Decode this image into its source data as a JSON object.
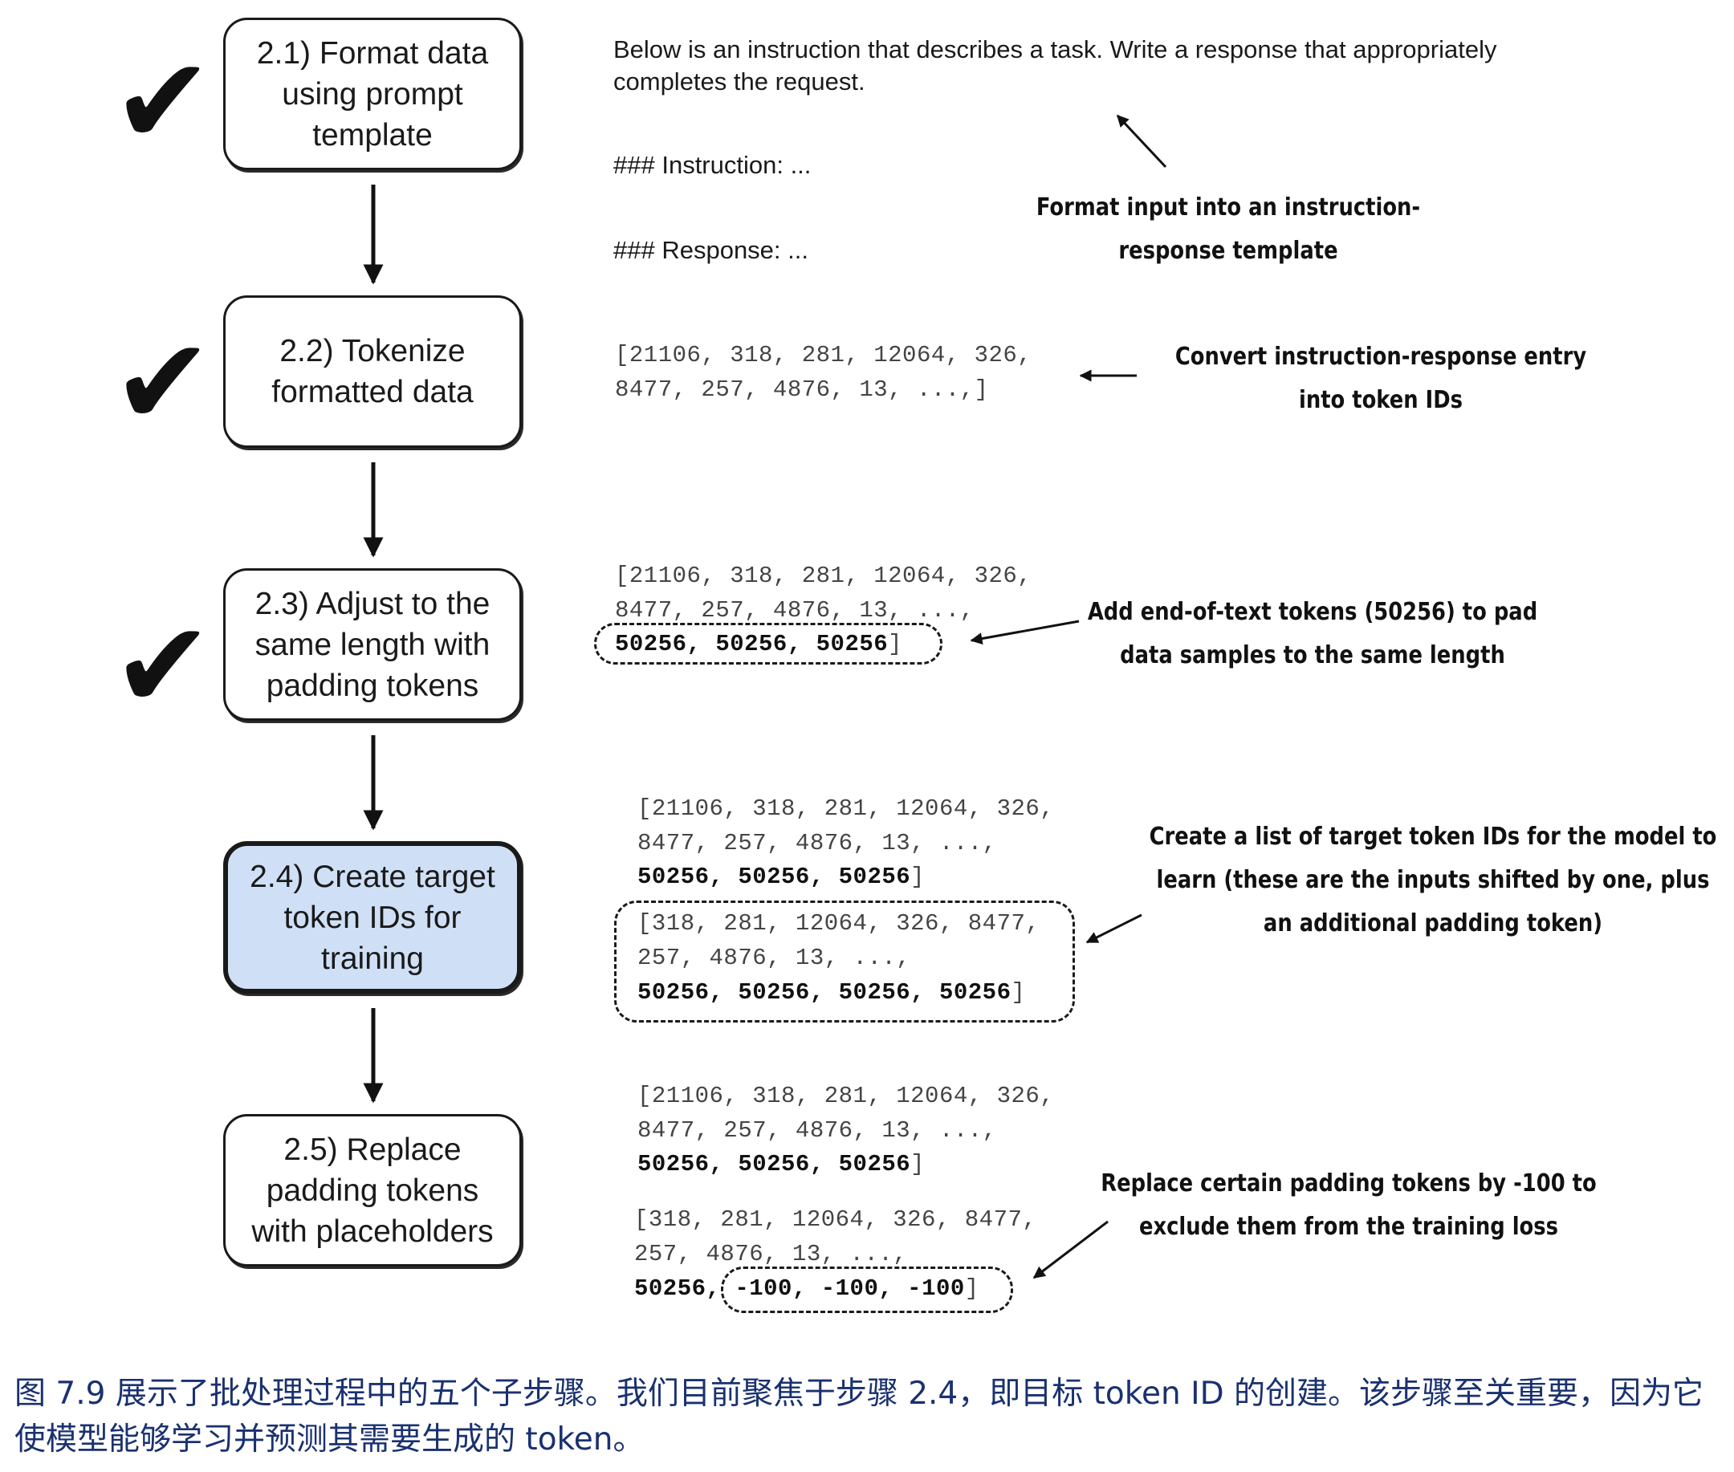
{
  "steps": [
    {
      "label": "2.1) Format data\nusing prompt\ntemplate",
      "done": true
    },
    {
      "label": "2.2) Tokenize\nformatted data",
      "done": true
    },
    {
      "label": "2.3) Adjust to the\nsame length with\npadding tokens",
      "done": true
    },
    {
      "label": "2.4) Create target\ntoken IDs for\ntraining",
      "done": false,
      "active": true
    },
    {
      "label": "2.5) Replace\npadding tokens\nwith placeholders",
      "done": false
    }
  ],
  "check_glyph": "✔",
  "prompt_template": {
    "intro": "Below is an instruction that describes a task. Write a response that appropriately\ncompletes the request.",
    "instruction": "### Instruction: ...",
    "response": "### Response: ..."
  },
  "codes": {
    "s22_a": "[21106, 318, 281, 12064, 326,",
    "s22_b": "8477, 257, 4876, 13, ...,]",
    "s23_a": "[21106, 318, 281, 12064, 326,",
    "s23_b": "8477, 257, 4876, 13, ...,",
    "s23_pad": "50256, 50256, 50256",
    "s24_in_a": "[21106, 318, 281, 12064, 326,",
    "s24_in_b": "8477, 257, 4876, 13, ...,",
    "s24_in_pad": "50256, 50256, 50256",
    "s24_t_a": "[318, 281, 12064, 326, 8477,",
    "s24_t_b": "257, 4876, 13, ...,",
    "s24_t_pad": "50256, 50256, 50256, 50256",
    "s25_in_a": "[21106, 318, 281, 12064, 326,",
    "s25_in_b": "8477, 257, 4876, 13, ...,",
    "s25_in_pad": "50256, 50256, 50256",
    "s25_t_a": "[318, 281, 12064, 326, 8477,",
    "s25_t_b": "257, 4876, 13, ...,",
    "s25_t_first": "50256,",
    "s25_t_masked": "-100, -100, -100",
    "bracket": "]"
  },
  "annotations": {
    "a21": "Format input into an instruction-\nresponse template",
    "a22": "Convert instruction-response entry\ninto token IDs",
    "a23": "Add end-of-text tokens (50256) to pad\ndata samples to the same length",
    "a24": "Create a list of target token IDs for the model to\nlearn (these are the inputs shifted by one, plus\nan additional padding token)",
    "a25": "Replace certain padding tokens by -100 to\nexclude them from the training loss"
  },
  "caption": "图 7.9 展示了批处理过程中的五个子步骤。我们目前聚焦于步骤 2.4，即目标 token ID 的创建。该步骤至关重要，因为它使模型能够学习并预测其需要生成的 token。"
}
